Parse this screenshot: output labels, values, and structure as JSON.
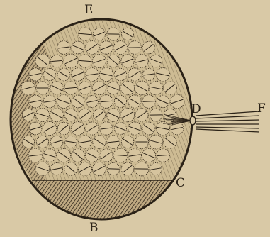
{
  "figure": {
    "labels": {
      "top": "E",
      "bottom": "B",
      "right_point": "D",
      "lower_right": "C",
      "ray_end": "F"
    },
    "colors": {
      "paper": "#d9c9a6",
      "ink": "#2b2217",
      "sphere_light": "#cdbb93"
    }
  }
}
